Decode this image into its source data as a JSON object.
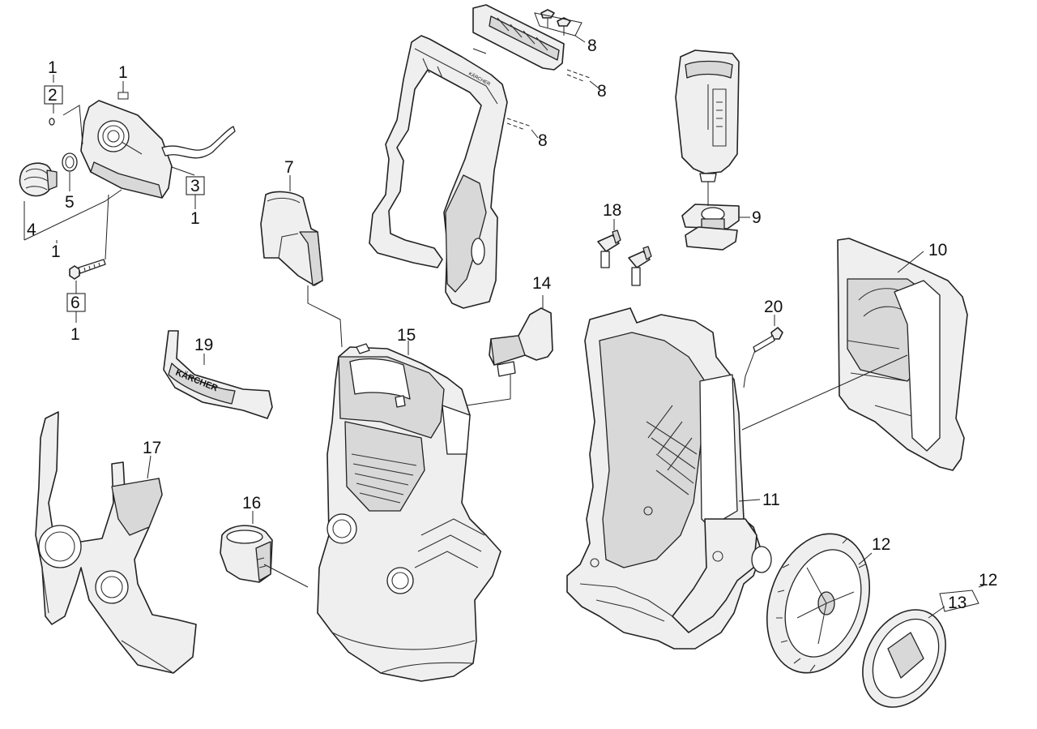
{
  "labels": {
    "p1a": "1",
    "p2": "2",
    "p1b": "1",
    "p3": "3",
    "p1c": "1",
    "p5": "5",
    "p4": "4",
    "p1d": "1",
    "p6": "6",
    "p1e": "1",
    "p7": "7",
    "p8a": "8",
    "p8b": "8",
    "p8c": "8",
    "p9": "9",
    "p10": "10",
    "p11": "11",
    "p12a": "12",
    "p12b": "12",
    "p13": "13",
    "p14": "14",
    "p15": "15",
    "p16": "16",
    "p17": "17",
    "p18": "18",
    "p19": "19",
    "p20": "20"
  },
  "logo_text": "KÄRCHER",
  "colors": {
    "line": "#222222",
    "fill_light": "#efefef",
    "fill_mid": "#d8d8d8",
    "background": "#ffffff"
  }
}
